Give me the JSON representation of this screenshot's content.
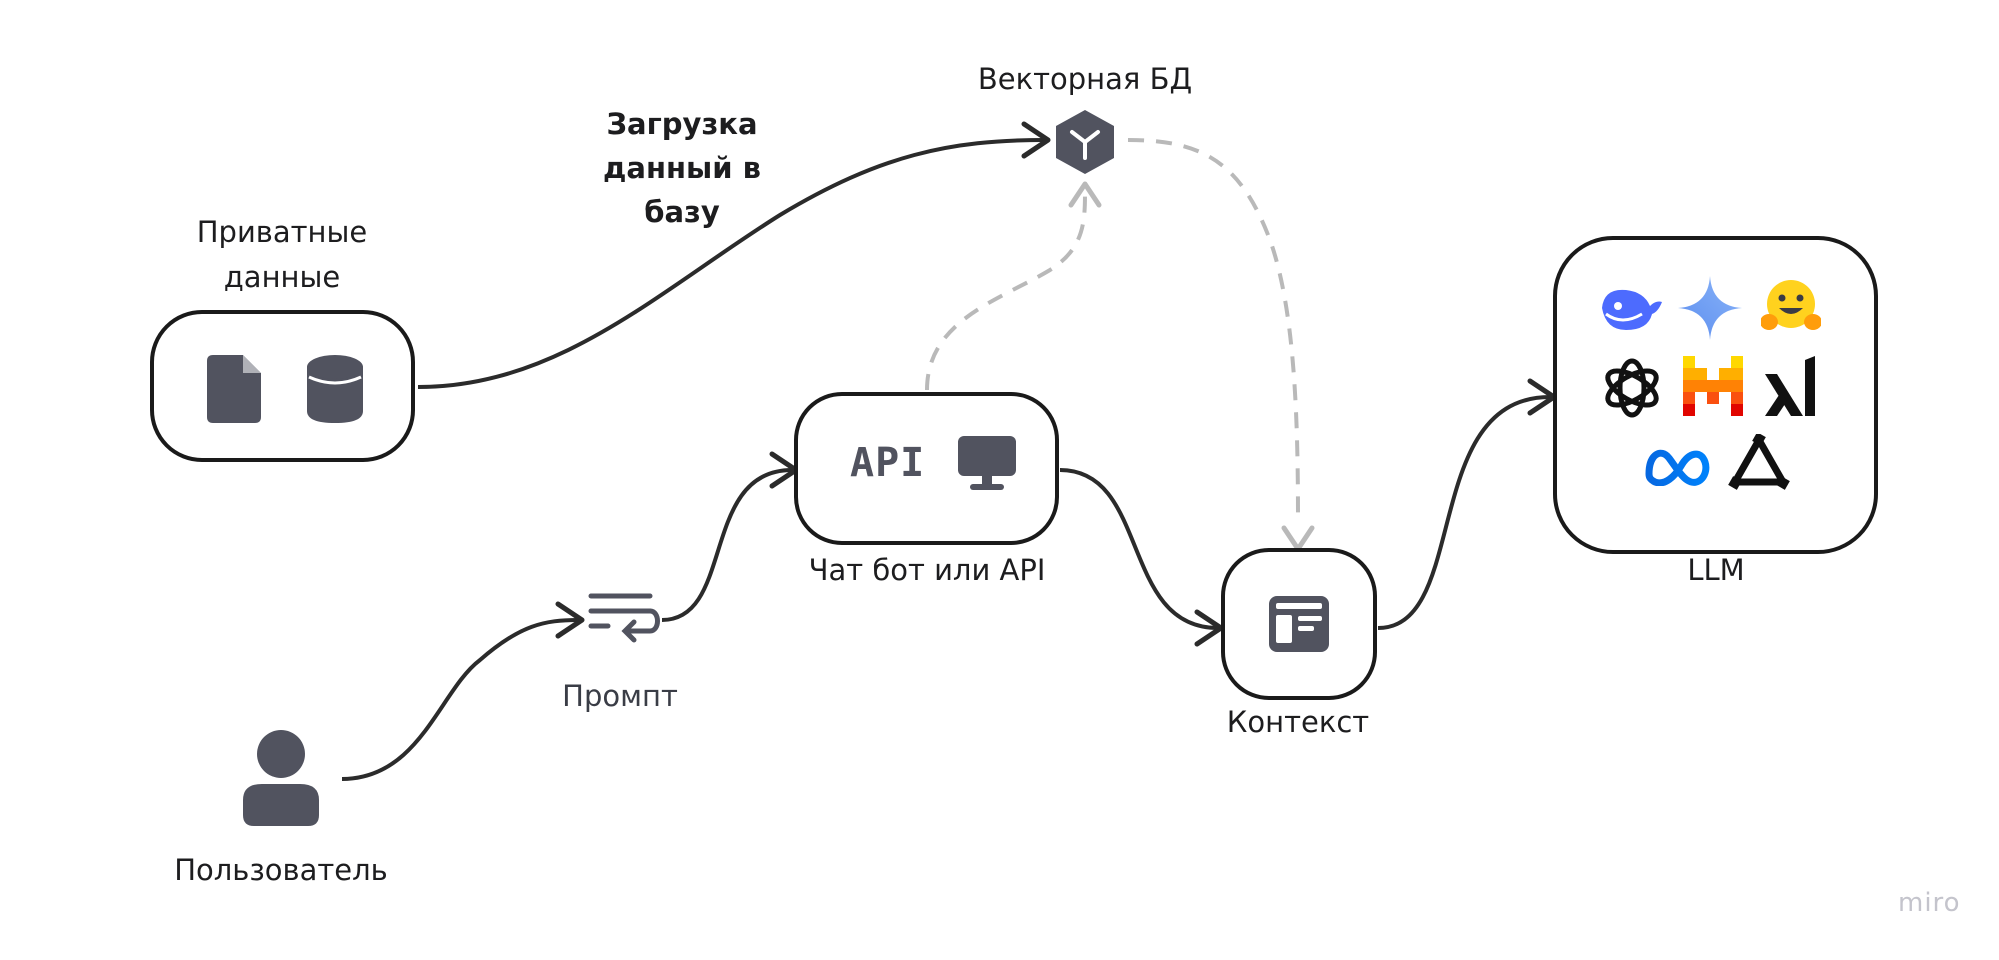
{
  "labels": {
    "private_data": "Приватные данные",
    "upload": "Загрузка данный в базу",
    "vector_db": "Векторная БД",
    "chatbot_api": "Чат бот или API",
    "prompt": "Промпт",
    "user": "Пользователь",
    "context": "Контекст",
    "llm": "LLM",
    "api_badge": "API"
  },
  "llm_logos": [
    "deepseek-logo",
    "gemini-logo",
    "huggingface-logo",
    "openai-logo",
    "mistral-logo",
    "xai-logo",
    "meta-logo",
    "qwen-logo"
  ],
  "watermark": "miro",
  "colors": {
    "stroke": "#1a1a1a",
    "arrow": "#2b2b2b",
    "dashed": "#b9b9b9",
    "icon": "#51535f"
  }
}
